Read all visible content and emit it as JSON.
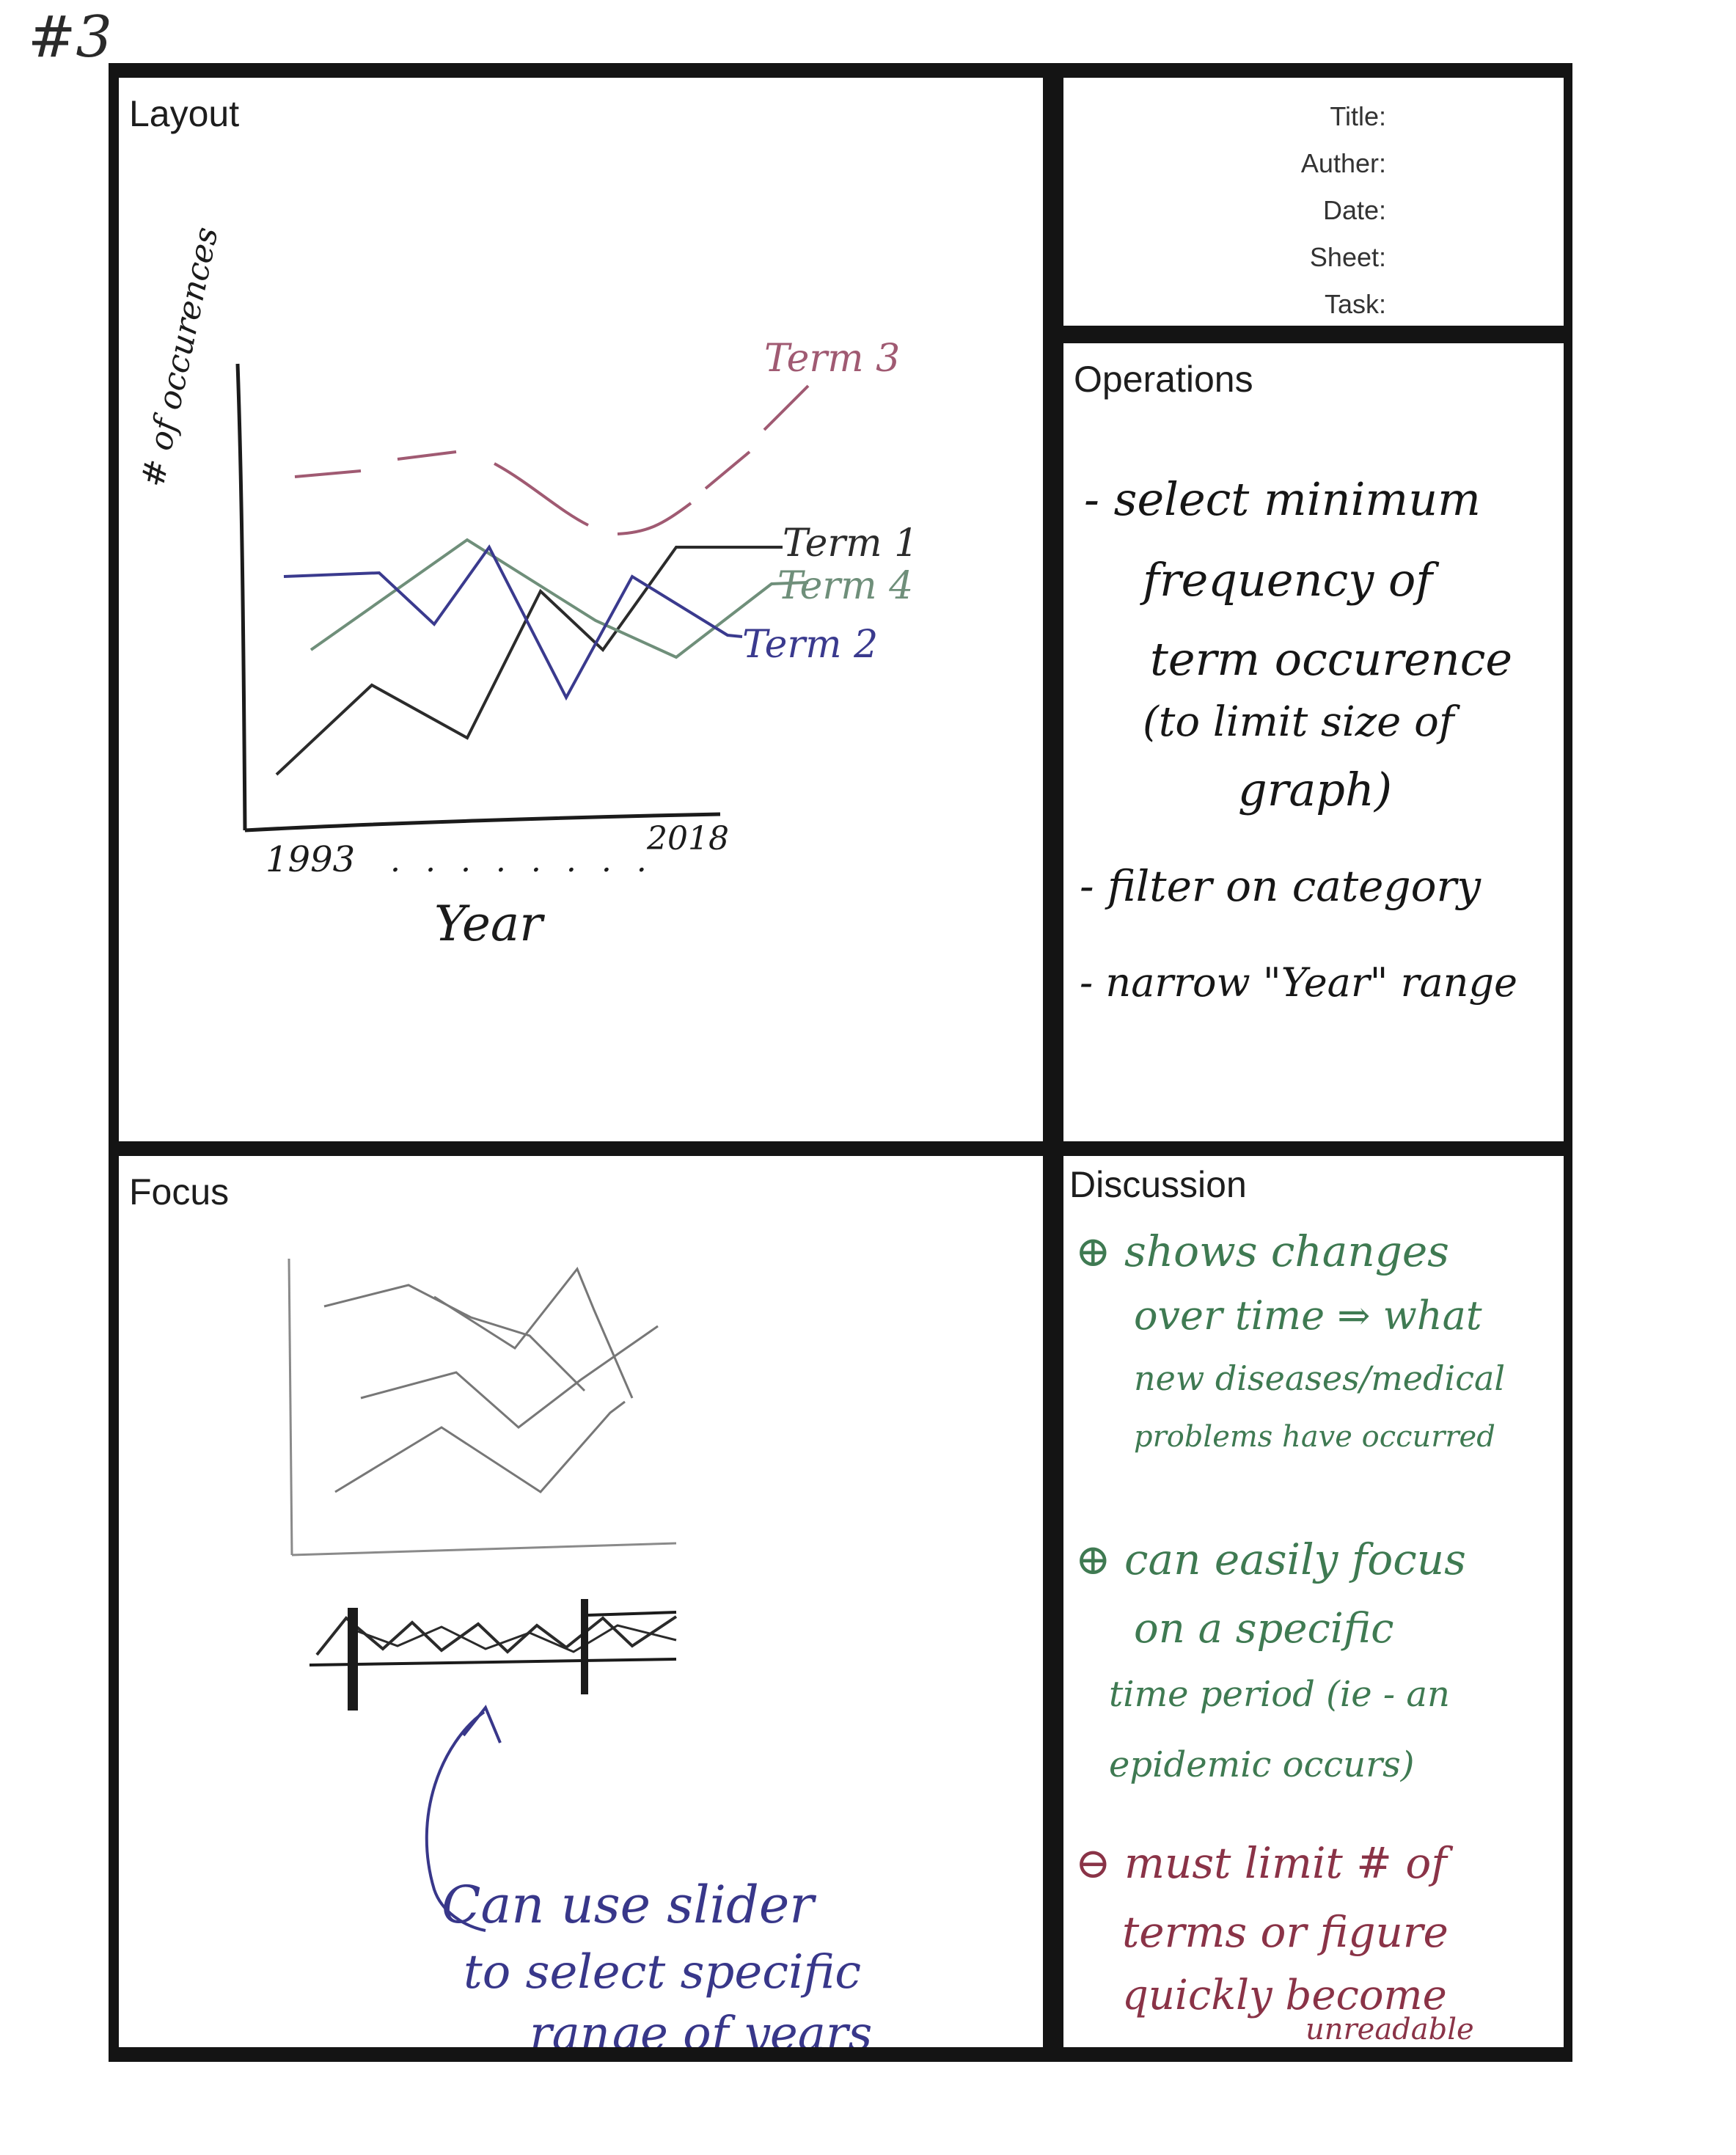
{
  "sheet_number": "#3",
  "layout": {
    "title": "Layout",
    "chart": {
      "ylabel": "# of occurences",
      "xlabel": "Year",
      "x_start": "1993",
      "x_end": "2018"
    }
  },
  "metadata": {
    "fields": [
      "Title:",
      "Auther:",
      "Date:",
      "Sheet:",
      "Task:"
    ]
  },
  "operations": {
    "title": "Operations",
    "lines": [
      "- select minimum",
      "frequency of",
      "term occurence",
      "(to limit size of",
      "graph)",
      "- filter on category",
      "- narrow \"Year\" range"
    ]
  },
  "focus": {
    "title": "Focus",
    "note_lines": [
      "Can use slider",
      "to select specific",
      "range of years"
    ]
  },
  "discussion": {
    "title": "Discussion",
    "lines": [
      "⊕ shows changes",
      "over time ⇒ what",
      "new diseases/medical",
      "problems have occurred",
      "⊕ can easily focus",
      "on a specific",
      "time period (ie - an",
      "epidemic occurs)",
      "⊖ must limit # of",
      "terms or figure",
      "quickly become",
      "unreadable"
    ],
    "colors": {
      "positive": "#3f7a52",
      "negative": "#8a3347"
    }
  },
  "chart_data": {
    "type": "line",
    "title": "",
    "xlabel": "Year",
    "ylabel": "# of occurences",
    "x": [
      "1993",
      "2018"
    ],
    "series": [
      {
        "name": "Term 1",
        "color": "#2b2b2b"
      },
      {
        "name": "Term 2",
        "color": "#3a3a8e"
      },
      {
        "name": "Term 3",
        "color": "#a05a72"
      },
      {
        "name": "Term 4",
        "color": "#6f8f7a"
      }
    ]
  }
}
